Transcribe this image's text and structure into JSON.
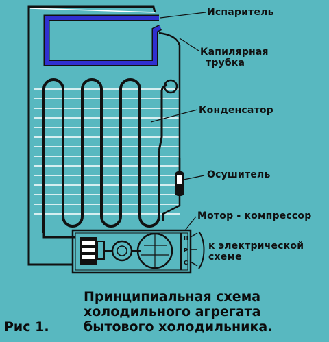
{
  "labels": {
    "evaporator": "Испаритель",
    "capillary_line1": "Капилярная",
    "capillary_line2": "трубка",
    "condenser": "Конденсатор",
    "dryer": "Осушитель",
    "motor_compressor": "Мотор - компрессор",
    "to_circuit_line1": "к электрической",
    "to_circuit_line2": "схеме"
  },
  "terminals": [
    "П",
    "Р",
    "С"
  ],
  "caption": {
    "figure": "Рис 1.",
    "line1": "Принципиальная схема",
    "line2": "холодильного агрегата",
    "line3": "бытового холодильника."
  },
  "colors": {
    "background": "#58b8c0",
    "evaporator": "#3030d0",
    "tube": "#000000",
    "condenser_fins": "#ffffff"
  }
}
